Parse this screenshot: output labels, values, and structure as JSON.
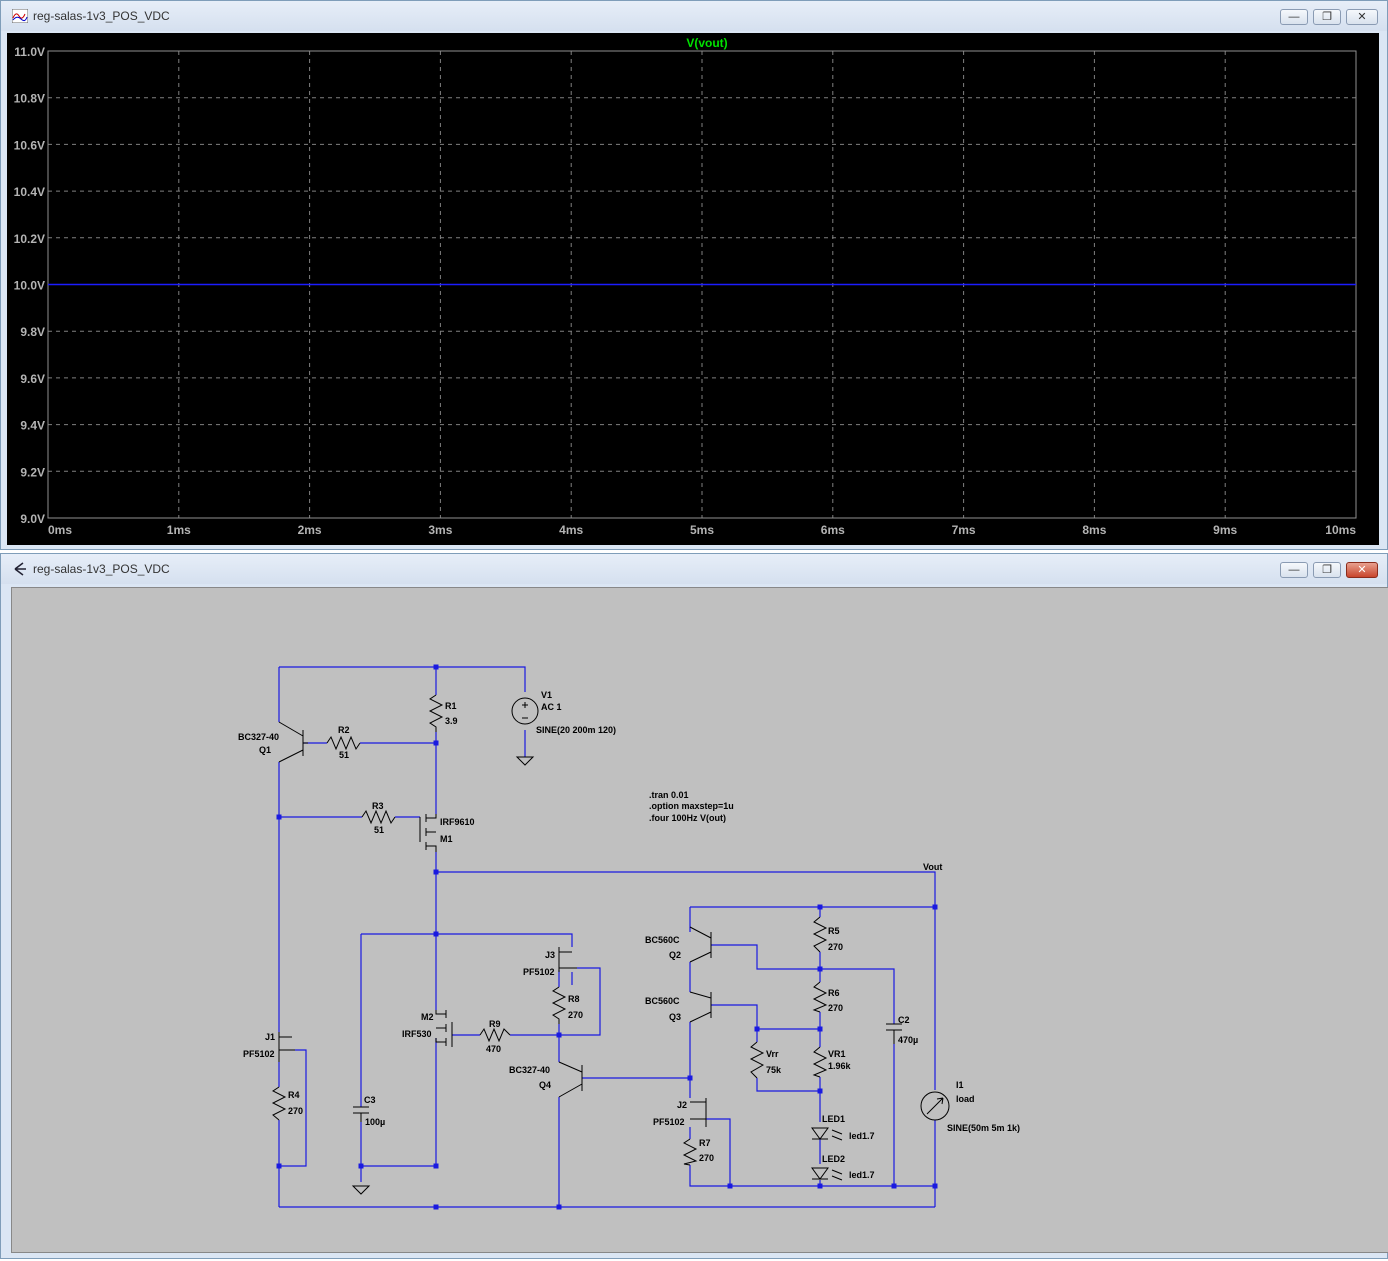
{
  "waveform_window": {
    "title": "reg-salas-1v3_POS_VDC",
    "buttons": {
      "minimize": "—",
      "restore": "❐",
      "close": "✕"
    },
    "trace_label": "V(vout)",
    "colors": {
      "background": "#000000",
      "grid": "#808080",
      "trace": "#1c1cff",
      "trace_label": "#00e000",
      "axis_text": "#b4b4b4"
    }
  },
  "chart_data": {
    "type": "line",
    "series": [
      {
        "name": "V(vout)",
        "x": [
          0,
          10
        ],
        "y": [
          10.0,
          10.0
        ]
      }
    ],
    "x_ticks": [
      "0ms",
      "1ms",
      "2ms",
      "3ms",
      "4ms",
      "5ms",
      "6ms",
      "7ms",
      "8ms",
      "9ms",
      "10ms"
    ],
    "y_ticks": [
      "11.0V",
      "10.8V",
      "10.6V",
      "10.4V",
      "10.2V",
      "10.0V",
      "9.8V",
      "9.6V",
      "9.4V",
      "9.2V",
      "9.0V"
    ],
    "xlim": [
      0,
      10
    ],
    "ylim": [
      9.0,
      11.0
    ],
    "grid": true
  },
  "schematic_window": {
    "title": "reg-salas-1v3_POS_VDC",
    "buttons": {
      "minimize": "—",
      "restore": "❐",
      "close": "✕"
    },
    "colors": {
      "background": "#c0c0c0",
      "wire": "#1a1ae0",
      "component": "#000000",
      "junction": "#1a1ae0"
    },
    "labels": {
      "q1_model": "BC327-40",
      "q1": "Q1",
      "r2": "R2",
      "r2_val": "51",
      "r1": "R1",
      "r1_val": "3.9",
      "v1": "V1",
      "v1_ac": "AC 1",
      "v1_val": "SINE(20 200m 120)",
      "r3": "R3",
      "r3_val": "51",
      "m1_model": "IRF9610",
      "m1": "M1",
      "directive1": ".tran 0.01",
      "directive2": ".option maxstep=1u",
      "directive3": ".four 100Hz V(out)",
      "vout": "Vout",
      "j3": "J3",
      "j3_model": "PF5102",
      "r8": "R8",
      "r8_val": "270",
      "m2": "M2",
      "m2_model": "IRF530",
      "r9": "R9",
      "r9_val": "470",
      "q4_model": "BC327-40",
      "q4": "Q4",
      "j1": "J1",
      "j1_model": "PF5102",
      "r4": "R4",
      "r4_val": "270",
      "c3": "C3",
      "c3_val": "100µ",
      "q2_model": "BC560C",
      "q2": "Q2",
      "q3_model": "BC560C",
      "q3": "Q3",
      "r5": "R5",
      "r5_val": "270",
      "r6": "R6",
      "r6_val": "270",
      "vrr": "Vrr",
      "vrr_val": "75k",
      "vr1": "VR1",
      "vr1_val": "1.96k",
      "c2": "C2",
      "c2_val": "470µ",
      "i1": "I1",
      "i1_name": "load",
      "i1_val": "SINE(50m 5m 1k)",
      "j2": "J2",
      "j2_model": "PF5102",
      "r7": "R7",
      "r7_val": "270",
      "led1": "LED1",
      "led1_model": "led1.7",
      "led2": "LED2",
      "led2_model": "led1.7"
    }
  }
}
